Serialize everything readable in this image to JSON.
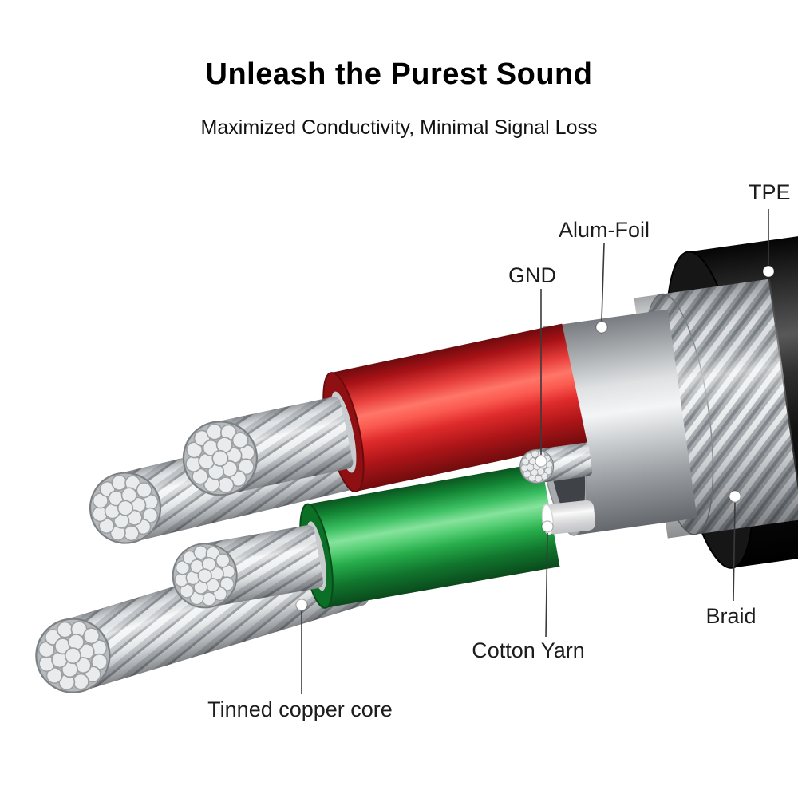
{
  "header": {
    "title": "Unleash the Purest Sound",
    "subtitle": "Maximized Conductivity, Minimal Signal Loss"
  },
  "callouts": {
    "tpe": "TPE",
    "alum_foil": "Alum-Foil",
    "gnd": "GND",
    "cotton_yarn": "Cotton Yarn",
    "braid": "Braid",
    "tinned_copper_core": "Tinned copper core"
  },
  "colors": {
    "background": "#ffffff",
    "text": "#1a1a1a",
    "jacket_black": "#111111",
    "wire_red": "#e02328",
    "wire_green": "#23a94a",
    "strand_silver": "#d7d9db",
    "foil_gray": "#b9bcbf"
  }
}
